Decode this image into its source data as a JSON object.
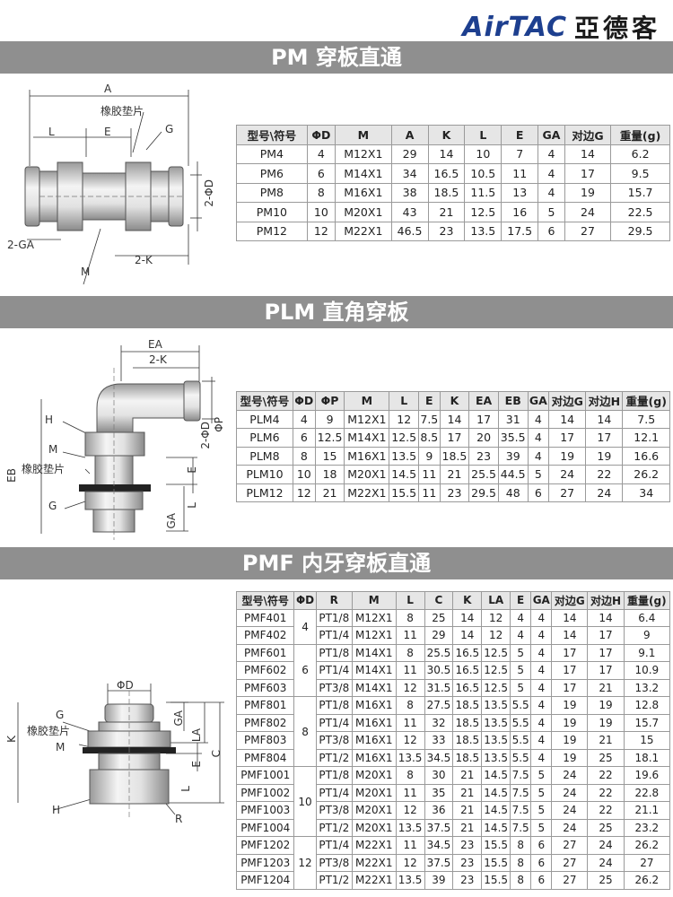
{
  "brand": {
    "logo": "AirTAC",
    "cn": "亞德客"
  },
  "sections": {
    "pm": {
      "title": "PM 穿板直通",
      "labels": {
        "A": "A",
        "gasket": "橡胶垫片",
        "L": "L",
        "E": "E",
        "G": "G",
        "D": "2-ΦD",
        "GA": "2-GA",
        "M": "M",
        "K": "2-K"
      },
      "headers": [
        "型号\\符号",
        "ΦD",
        "M",
        "A",
        "K",
        "L",
        "E",
        "GA",
        "对边G",
        "重量(g)"
      ],
      "rows": [
        [
          "PM4",
          "4",
          "M12X1",
          "29",
          "14",
          "10",
          "7",
          "4",
          "14",
          "6.2"
        ],
        [
          "PM6",
          "6",
          "M14X1",
          "34",
          "16.5",
          "10.5",
          "11",
          "4",
          "17",
          "9.5"
        ],
        [
          "PM8",
          "8",
          "M16X1",
          "38",
          "18.5",
          "11.5",
          "13",
          "4",
          "19",
          "15.7"
        ],
        [
          "PM10",
          "10",
          "M20X1",
          "43",
          "21",
          "12.5",
          "16",
          "5",
          "24",
          "22.5"
        ],
        [
          "PM12",
          "12",
          "M22X1",
          "46.5",
          "23",
          "13.5",
          "17.5",
          "6",
          "27",
          "29.5"
        ]
      ]
    },
    "plm": {
      "title": "PLM 直角穿板",
      "labels": {
        "EA": "EA",
        "K": "2-K",
        "D": "2-ΦD",
        "P": "ΦP",
        "H": "H",
        "M": "M",
        "gasket": "橡胶垫片",
        "G": "G",
        "EB": "EB",
        "E": "E",
        "L": "L",
        "GA": "GA"
      },
      "headers": [
        "型号\\符号",
        "ΦD",
        "ΦP",
        "M",
        "L",
        "E",
        "K",
        "EA",
        "EB",
        "GA",
        "对边G",
        "对边H",
        "重量(g)"
      ],
      "rows": [
        [
          "PLM4",
          "4",
          "9",
          "M12X1",
          "12",
          "7.5",
          "14",
          "17",
          "31",
          "4",
          "14",
          "14",
          "7.5"
        ],
        [
          "PLM6",
          "6",
          "12.5",
          "M14X1",
          "12.5",
          "8.5",
          "17",
          "20",
          "35.5",
          "4",
          "17",
          "17",
          "12.1"
        ],
        [
          "PLM8",
          "8",
          "15",
          "M16X1",
          "13.5",
          "9",
          "18.5",
          "23",
          "39",
          "4",
          "19",
          "19",
          "16.6"
        ],
        [
          "PLM10",
          "10",
          "18",
          "M20X1",
          "14.5",
          "11",
          "21",
          "25.5",
          "44.5",
          "5",
          "24",
          "22",
          "26.2"
        ],
        [
          "PLM12",
          "12",
          "21",
          "M22X1",
          "15.5",
          "11",
          "23",
          "29.5",
          "48",
          "6",
          "27",
          "24",
          "34"
        ]
      ]
    },
    "pmf": {
      "title": "PMF 内牙穿板直通",
      "labels": {
        "D": "ΦD",
        "K": "K",
        "G": "G",
        "gasket": "橡胶垫片",
        "M": "M",
        "H": "H",
        "R": "R",
        "GA": "GA",
        "LA": "LA",
        "C": "C",
        "E": "E",
        "L": "L"
      },
      "headers": [
        "型号\\符号",
        "ΦD",
        "R",
        "M",
        "L",
        "C",
        "K",
        "LA",
        "E",
        "GA",
        "对边G",
        "对边H",
        "重量(g)"
      ],
      "groups": [
        {
          "d": "4",
          "rows": [
            [
              "PMF401",
              "PT1/8",
              "M12X1",
              "8",
              "25",
              "14",
              "12",
              "4",
              "4",
              "14",
              "14",
              "6.4"
            ],
            [
              "PMF402",
              "PT1/4",
              "M12X1",
              "11",
              "29",
              "14",
              "12",
              "4",
              "4",
              "14",
              "17",
              "9"
            ]
          ]
        },
        {
          "d": "6",
          "rows": [
            [
              "PMF601",
              "PT1/8",
              "M14X1",
              "8",
              "25.5",
              "16.5",
              "12.5",
              "5",
              "4",
              "17",
              "17",
              "9.1"
            ],
            [
              "PMF602",
              "PT1/4",
              "M14X1",
              "11",
              "30.5",
              "16.5",
              "12.5",
              "5",
              "4",
              "17",
              "17",
              "10.9"
            ],
            [
              "PMF603",
              "PT3/8",
              "M14X1",
              "12",
              "31.5",
              "16.5",
              "12.5",
              "5",
              "4",
              "17",
              "21",
              "13.2"
            ]
          ]
        },
        {
          "d": "8",
          "rows": [
            [
              "PMF801",
              "PT1/8",
              "M16X1",
              "8",
              "27.5",
              "18.5",
              "13.5",
              "5.5",
              "4",
              "19",
              "19",
              "12.8"
            ],
            [
              "PMF802",
              "PT1/4",
              "M16X1",
              "11",
              "32",
              "18.5",
              "13.5",
              "5.5",
              "4",
              "19",
              "19",
              "15.7"
            ],
            [
              "PMF803",
              "PT3/8",
              "M16X1",
              "12",
              "33",
              "18.5",
              "13.5",
              "5.5",
              "4",
              "19",
              "21",
              "15"
            ],
            [
              "PMF804",
              "PT1/2",
              "M16X1",
              "13.5",
              "34.5",
              "18.5",
              "13.5",
              "5.5",
              "4",
              "19",
              "25",
              "18.1"
            ]
          ]
        },
        {
          "d": "10",
          "rows": [
            [
              "PMF1001",
              "PT1/8",
              "M20X1",
              "8",
              "30",
              "21",
              "14.5",
              "7.5",
              "5",
              "24",
              "22",
              "19.6"
            ],
            [
              "PMF1002",
              "PT1/4",
              "M20X1",
              "11",
              "35",
              "21",
              "14.5",
              "7.5",
              "5",
              "24",
              "22",
              "22.8"
            ],
            [
              "PMF1003",
              "PT3/8",
              "M20X1",
              "12",
              "36",
              "21",
              "14.5",
              "7.5",
              "5",
              "24",
              "22",
              "21.1"
            ],
            [
              "PMF1004",
              "PT1/2",
              "M20X1",
              "13.5",
              "37.5",
              "21",
              "14.5",
              "7.5",
              "5",
              "24",
              "25",
              "23.2"
            ]
          ]
        },
        {
          "d": "12",
          "rows": [
            [
              "PMF1202",
              "PT1/4",
              "M22X1",
              "11",
              "34.5",
              "23",
              "15.5",
              "8",
              "6",
              "27",
              "24",
              "26.2"
            ],
            [
              "PMF1203",
              "PT3/8",
              "M22X1",
              "12",
              "37.5",
              "23",
              "15.5",
              "8",
              "6",
              "27",
              "24",
              "27"
            ],
            [
              "PMF1204",
              "PT1/2",
              "M22X1",
              "13.5",
              "39",
              "23",
              "15.5",
              "8",
              "6",
              "27",
              "25",
              "26.2"
            ]
          ]
        }
      ]
    }
  }
}
